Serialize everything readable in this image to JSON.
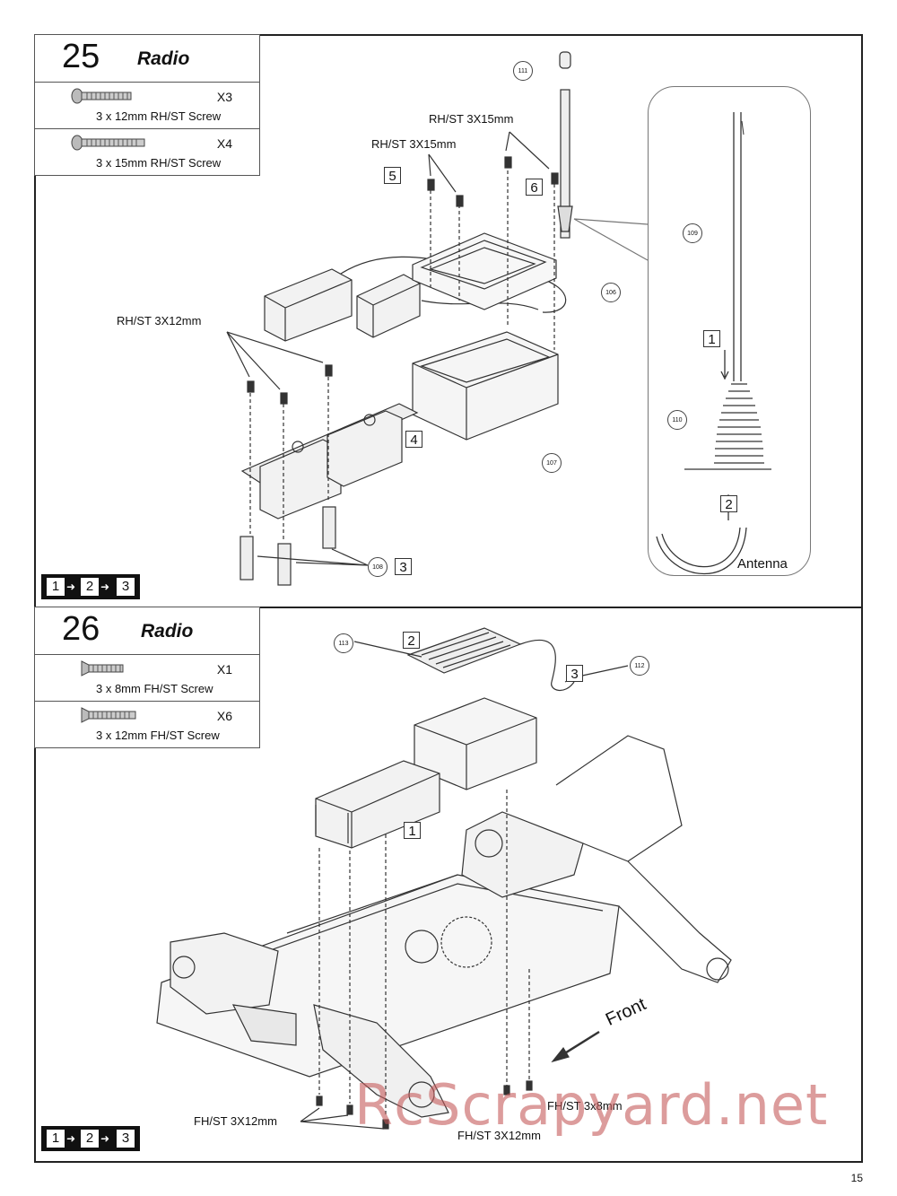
{
  "steps": [
    {
      "number": "25",
      "title": "Radio",
      "parts": [
        {
          "qty": "X3",
          "name": "3 x 12mm  RH/ST Screw",
          "icon": "round-head-screw-icon"
        },
        {
          "qty": "X4",
          "name": "3 x 15mm  RH/ST Screw",
          "icon": "round-head-screw-icon"
        }
      ],
      "sequence": [
        "1",
        "2",
        "3"
      ],
      "labels": {
        "rh_15_a": "RH/ST 3X15mm",
        "rh_15_b": "RH/ST 3X15mm",
        "rh_12": "RH/ST 3X12mm"
      },
      "callouts": [
        "111",
        "106",
        "107",
        "108",
        "109",
        "110"
      ],
      "step_boxes": [
        "5",
        "6",
        "4",
        "3"
      ],
      "antenna": {
        "label": "Antenna",
        "steps": [
          "1",
          "2"
        ]
      }
    },
    {
      "number": "26",
      "title": "Radio",
      "parts": [
        {
          "qty": "X1",
          "name": "3 x 8mm  FH/ST Screw",
          "icon": "flat-head-screw-icon"
        },
        {
          "qty": "X6",
          "name": "3 x 12mm  FH/ST Screw",
          "icon": "flat-head-screw-icon"
        }
      ],
      "sequence": [
        "1",
        "2",
        "3"
      ],
      "labels": {
        "fh_12_a": "FH/ST 3X12mm",
        "fh_8": "FH/ST 3x8mm",
        "fh_12_b": "FH/ST 3X12mm",
        "front": "Front"
      },
      "callouts": [
        "113",
        "112"
      ],
      "step_boxes": [
        "2",
        "3",
        "1"
      ]
    }
  ],
  "page_number": "15",
  "watermark": "RcScrapyard.net"
}
